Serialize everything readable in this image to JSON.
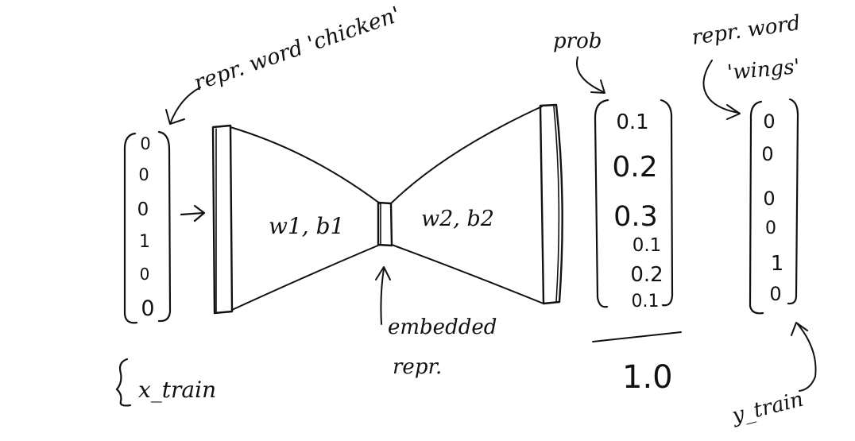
{
  "annotations": {
    "input_label": "repr. word 'chicken'",
    "input_name": "x_train",
    "encoder_params": "w1, b1",
    "decoder_params": "w2, b2",
    "embedding_label_line1": "embedded",
    "embedding_label_line2": "repr.",
    "prob_label": "prob",
    "prob_sum": "1.0",
    "target_label_line1": "repr. word",
    "target_label_line2": "'wings'",
    "target_name": "y_train"
  },
  "input_vector": [
    "0",
    "0",
    "0",
    "1",
    "0",
    "0"
  ],
  "output_probs": [
    "0.1",
    "0.2",
    "0.3",
    "0.1",
    "0.2",
    "0.1"
  ],
  "target_vector": [
    "0",
    "0",
    "0",
    "0",
    "1",
    "0"
  ],
  "colors": {
    "ink": "#111111",
    "background": "#ffffff"
  }
}
